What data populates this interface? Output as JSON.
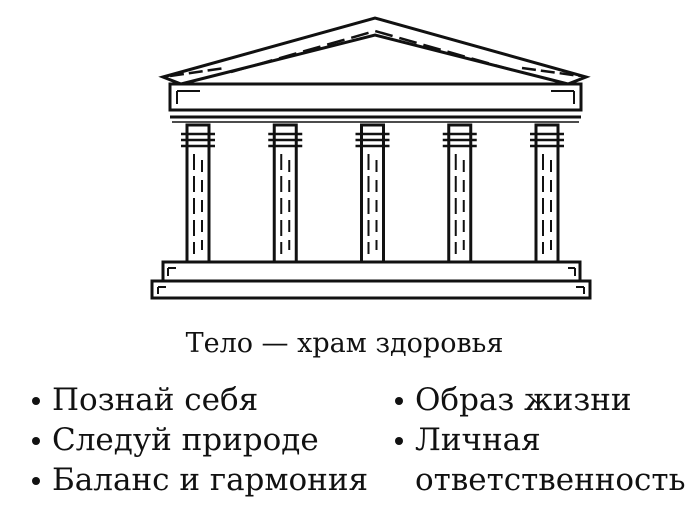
{
  "illustration": {
    "icon": "greek-temple-icon",
    "column_count": 5
  },
  "caption": "Тело — храм здоровья",
  "list_left": [
    {
      "text": "Познай себя"
    },
    {
      "text": "Следуй природе"
    },
    {
      "text": "Баланс и гармония"
    }
  ],
  "list_right": [
    {
      "text": "Образ жизни"
    },
    {
      "text": "Личная",
      "continuation": "ответственность"
    }
  ]
}
